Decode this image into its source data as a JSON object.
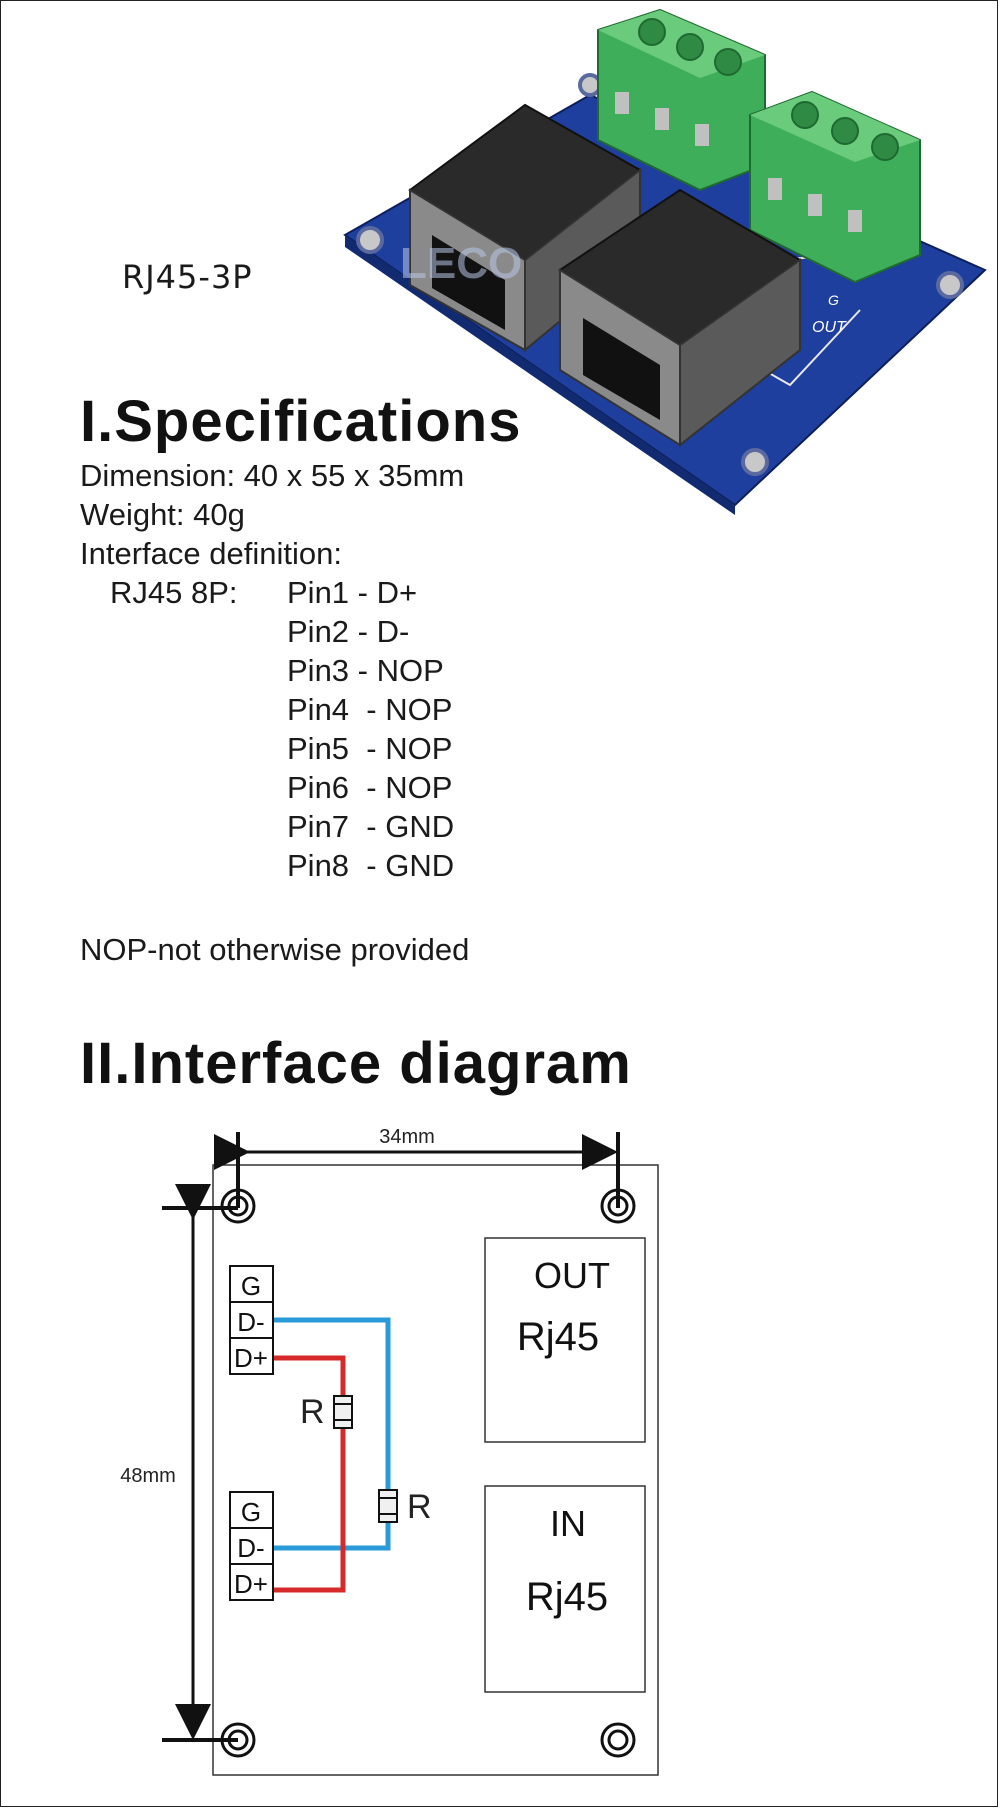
{
  "product": {
    "model": "RJ45-3P"
  },
  "photo": {
    "out_mark": "OUT",
    "g_mark": "G",
    "watermark": "LECO"
  },
  "specifications": {
    "heading": "I.Specifications",
    "dimension": "Dimension: 40 x 55 x 35mm",
    "weight": "Weight: 40g",
    "interface_label": "Interface definition:",
    "connector": "RJ45 8P:",
    "pins": [
      "Pin1 - D+",
      "Pin2 - D-",
      "Pin3 - NOP",
      "Pin4  - NOP",
      "Pin5  - NOP",
      "Pin6  - NOP",
      "Pin7  - GND",
      "Pin8  - GND"
    ],
    "footnote": "NOP-not otherwise provided"
  },
  "diagram": {
    "heading": "II.Interface diagram",
    "width_dim": "34mm",
    "height_dim": "48mm",
    "terminal_top": [
      "G",
      "D-",
      "D+"
    ],
    "terminal_bottom": [
      "G",
      "D-",
      "D+"
    ],
    "resistor_label": "R",
    "out_port": {
      "line1": "OUT",
      "line2": "Rj45"
    },
    "in_port": {
      "line1": "IN",
      "line2": "Rj45"
    },
    "colors": {
      "d_minus_wire": "#2a9ad8",
      "d_plus_wire": "#d62a2a"
    }
  }
}
